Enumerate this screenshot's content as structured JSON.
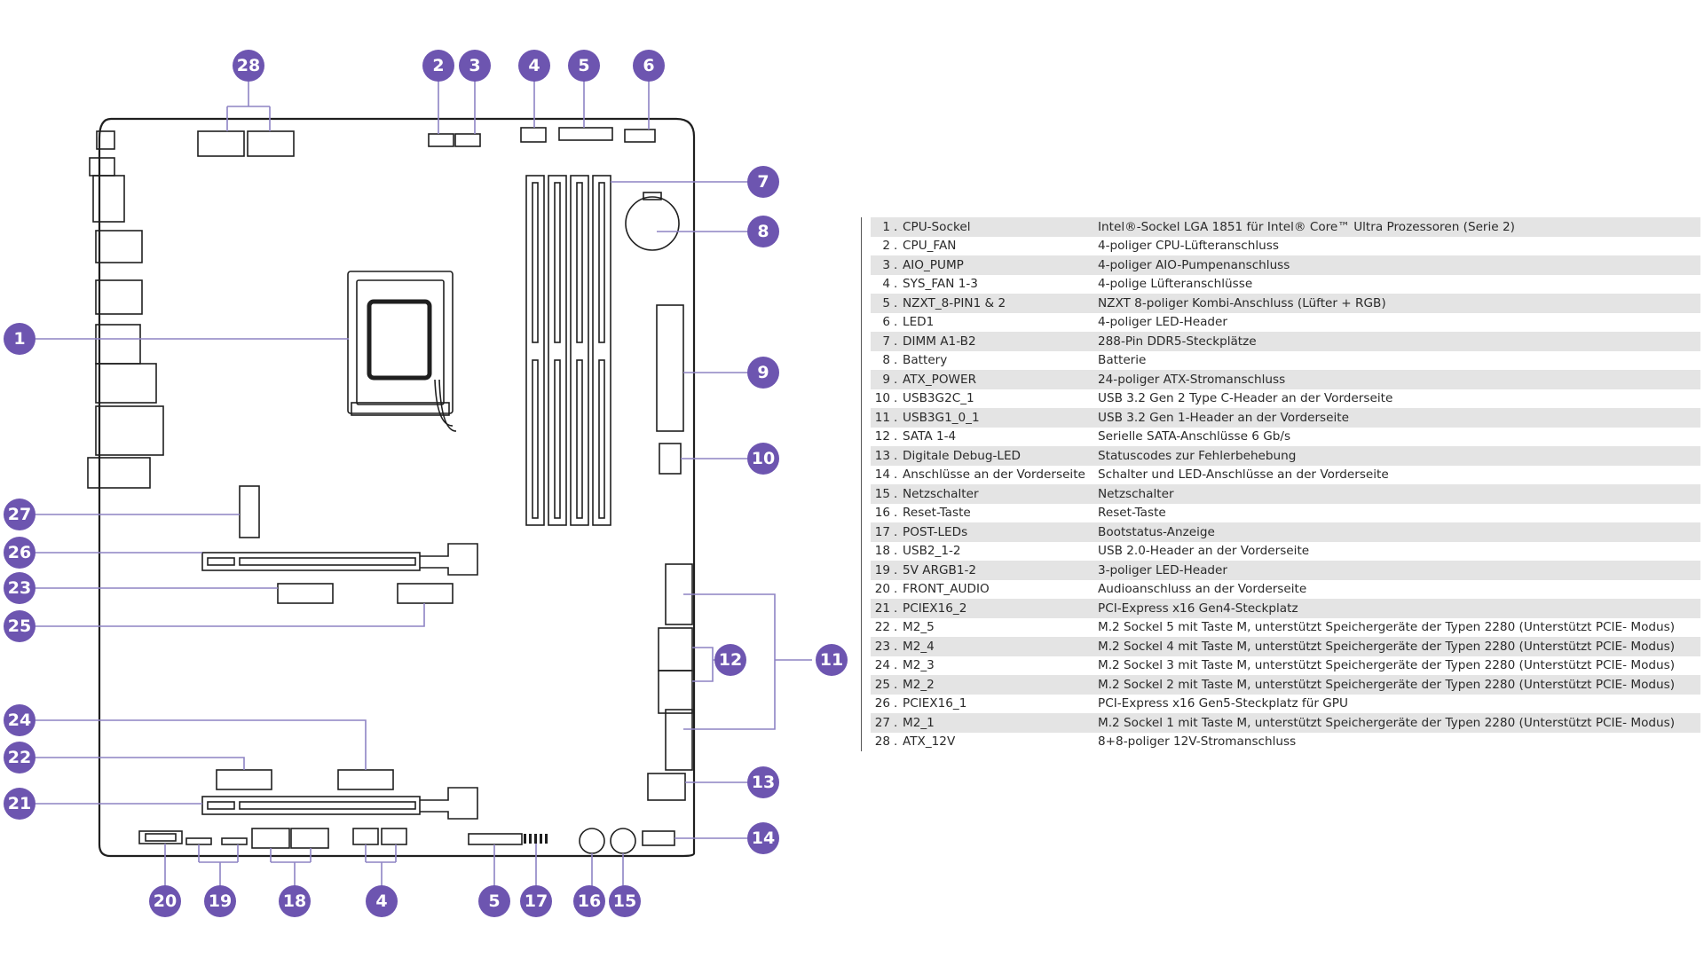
{
  "badges": [
    "28",
    "2",
    "3",
    "4",
    "5",
    "6",
    "7",
    "8",
    "1",
    "9",
    "10",
    "27",
    "26",
    "23",
    "25",
    "12",
    "11",
    "24",
    "22",
    "21",
    "13",
    "14",
    "20",
    "19",
    "18",
    "4",
    "5",
    "17",
    "16",
    "15"
  ],
  "legend": [
    {
      "num": "1",
      "name": "CPU-Sockel",
      "desc": "Intel®-Sockel LGA 1851 für Intel® Core™ Ultra Prozessoren (Serie 2)"
    },
    {
      "num": "2",
      "name": "CPU_FAN",
      "desc": "4-poliger CPU-Lüfteranschluss"
    },
    {
      "num": "3",
      "name": "AIO_PUMP",
      "desc": "4-poliger AIO-Pumpenanschluss"
    },
    {
      "num": "4",
      "name": "SYS_FAN 1-3",
      "desc": "4-polige Lüfteranschlüsse"
    },
    {
      "num": "5",
      "name": "NZXT_8-PIN1 & 2",
      "desc": "NZXT 8-poliger Kombi-Anschluss (Lüfter + RGB)"
    },
    {
      "num": "6",
      "name": "LED1",
      "desc": "4-poliger LED-Header"
    },
    {
      "num": "7",
      "name": "DIMM A1-B2",
      "desc": "288-Pin DDR5-Steckplätze"
    },
    {
      "num": "8",
      "name": "Battery",
      "desc": "Batterie"
    },
    {
      "num": "9",
      "name": "ATX_POWER",
      "desc": "24-poliger ATX-Stromanschluss"
    },
    {
      "num": "10",
      "name": "USB3G2C_1",
      "desc": "USB 3.2 Gen 2 Type C-Header an der Vorderseite"
    },
    {
      "num": "11",
      "name": "USB3G1_0_1",
      "desc": "USB 3.2 Gen 1-Header an der Vorderseite"
    },
    {
      "num": "12",
      "name": "SATA 1-4",
      "desc": "Serielle SATA-Anschlüsse 6 Gb/s"
    },
    {
      "num": "13",
      "name": "Digitale Debug-LED",
      "desc": "Statuscodes zur Fehlerbehebung"
    },
    {
      "num": "14",
      "name": "Anschlüsse an der Vorderseite",
      "desc": "Schalter und LED-Anschlüsse an der Vorderseite"
    },
    {
      "num": "15",
      "name": "Netzschalter",
      "desc": "Netzschalter"
    },
    {
      "num": "16",
      "name": "Reset-Taste",
      "desc": "Reset-Taste"
    },
    {
      "num": "17",
      "name": "POST-LEDs",
      "desc": "Bootstatus-Anzeige"
    },
    {
      "num": "18",
      "name": "USB2_1-2",
      "desc": "USB 2.0-Header an der Vorderseite"
    },
    {
      "num": "19",
      "name": "5V ARGB1-2",
      "desc": "3-poliger LED-Header"
    },
    {
      "num": "20",
      "name": "FRONT_AUDIO",
      "desc": "Audioanschluss an der Vorderseite"
    },
    {
      "num": "21",
      "name": "PCIEX16_2",
      "desc": "PCI-Express x16 Gen4-Steckplatz"
    },
    {
      "num": "22",
      "name": "M2_5",
      "desc": "M.2 Sockel 5 mit Taste M, unterstützt Speichergeräte der Typen 2280 (Unterstützt PCIE- Modus)"
    },
    {
      "num": "23",
      "name": "M2_4",
      "desc": "M.2 Sockel 4 mit Taste M, unterstützt Speichergeräte der Typen 2280 (Unterstützt PCIE- Modus)"
    },
    {
      "num": "24",
      "name": "M2_3",
      "desc": "M.2 Sockel 3 mit Taste M, unterstützt Speichergeräte der Typen 2280 (Unterstützt PCIE- Modus)"
    },
    {
      "num": "25",
      "name": "M2_2",
      "desc": "M.2 Sockel 2 mit Taste M, unterstützt Speichergeräte der Typen 2280 (Unterstützt PCIE- Modus)"
    },
    {
      "num": "26",
      "name": "PCIEX16_1",
      "desc": "PCI-Express x16 Gen5-Steckplatz für GPU"
    },
    {
      "num": "27",
      "name": "M2_1",
      "desc": "M.2 Sockel 1 mit Taste M, unterstützt Speichergeräte der Typen 2280 (Unterstützt PCIE- Modus)"
    },
    {
      "num": "28",
      "name": "ATX_12V",
      "desc": "8+8-poliger 12V-Stromanschluss"
    }
  ]
}
